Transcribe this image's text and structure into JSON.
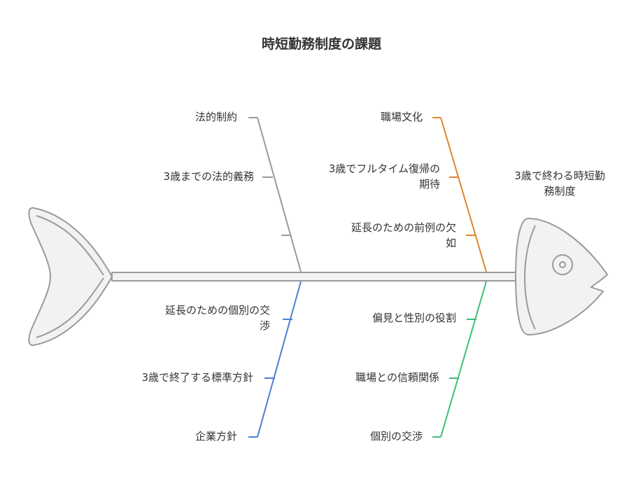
{
  "title": "時短勤務制度の課題",
  "effect": {
    "line1": "3歳で終わる時短勤",
    "line2": "務制度"
  },
  "colors": {
    "legal": "#9a9a9a",
    "culture": "#e0852e",
    "company": "#4a7fd4",
    "social": "#3cbf7a",
    "fish_outline": "#9a9a9a",
    "fish_fill": "#f2f2f2"
  },
  "categories": {
    "legal": {
      "causes": [
        {
          "line1": "法的制約",
          "line2": ""
        },
        {
          "line1": "3歳までの法的義務",
          "line2": ""
        },
        {
          "line1": "",
          "line2": ""
        }
      ]
    },
    "culture": {
      "causes": [
        {
          "line1": "職場文化",
          "line2": ""
        },
        {
          "line1": "3歳でフルタイム復帰の",
          "line2": "期待"
        },
        {
          "line1": "延長のための前例の欠",
          "line2": "如"
        }
      ]
    },
    "company": {
      "causes": [
        {
          "line1": "延長のための個別の交",
          "line2": "渉"
        },
        {
          "line1": "3歳で終了する標準方針",
          "line2": ""
        },
        {
          "line1": "企業方針",
          "line2": ""
        }
      ]
    },
    "social": {
      "causes": [
        {
          "line1": "偏見と性別の役割",
          "line2": ""
        },
        {
          "line1": "職場との信頼関係",
          "line2": ""
        },
        {
          "line1": "個別の交渉",
          "line2": ""
        }
      ]
    }
  }
}
